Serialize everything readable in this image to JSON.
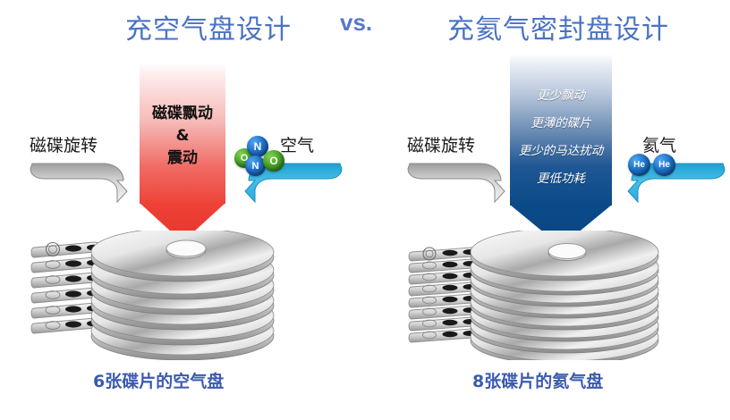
{
  "titles": {
    "left": "充空气盘设计",
    "vs": "vs.",
    "right": "充氦气密封盘设计"
  },
  "colors": {
    "title_blue": "#4a72c4",
    "caption_blue": "#3b5bb0",
    "red_arrow": "#ee4339",
    "blue_arrow": "#0a4a88",
    "molecule_green": "#4aa32a",
    "molecule_blue": "#1f72c9",
    "gas_arrow_cyan": "#35b4e0",
    "rotation_arrow_gray": "#b8b8b8"
  },
  "left_panel": {
    "arrow_lines": [
      "磁碟飘动",
      "&",
      "震动"
    ],
    "spin_label": "磁碟旋转",
    "gas_label": "空气",
    "molecule_atoms": [
      "O",
      "N",
      "N",
      "O"
    ],
    "caption": "6张碟片的空气盘",
    "platter_count": 6
  },
  "right_panel": {
    "arrow_lines": [
      "更少飘动",
      "更薄的碟片",
      "更少的马达扰动",
      "更低功耗"
    ],
    "spin_label": "磁碟旋转",
    "gas_label": "氦气",
    "molecule_atoms": [
      "He",
      "He"
    ],
    "caption": "8张碟片的氦气盘",
    "platter_count": 8
  },
  "icons": {
    "rotation_arrow": "rotation-arrow-icon",
    "gas_flow_arrow": "gas-flow-arrow-icon",
    "down_arrow": "down-arrow-icon",
    "disk_stack": "disk-stack-icon"
  }
}
